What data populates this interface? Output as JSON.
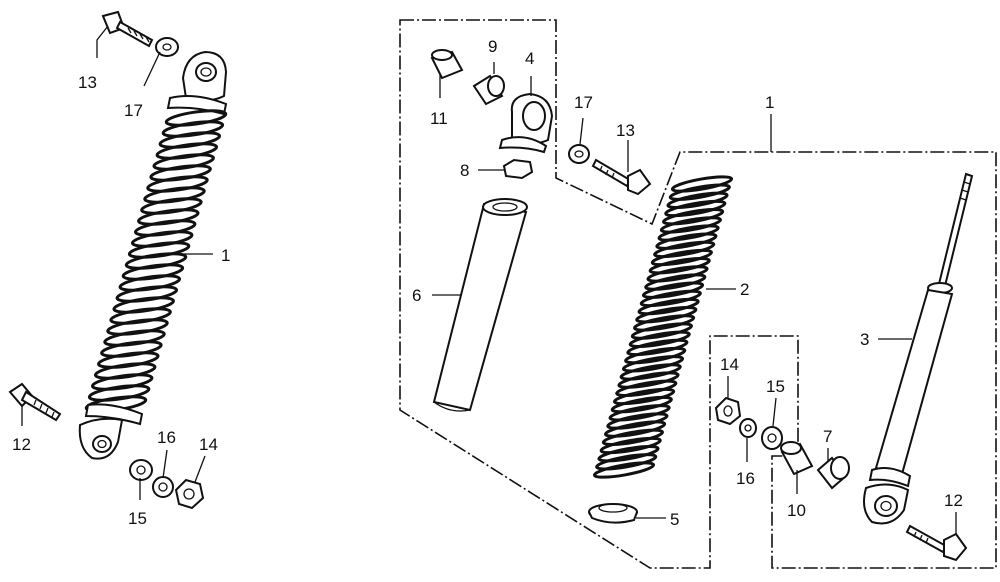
{
  "diagram": {
    "callouts": {
      "left_13": "13",
      "left_17": "17",
      "left_1": "1",
      "left_12": "12",
      "left_16": "16",
      "left_14": "14",
      "left_15": "15",
      "r_9": "9",
      "r_4": "4",
      "r_11": "11",
      "r_17": "17",
      "r_1": "1",
      "r_13": "13",
      "r_8": "8",
      "r_6": "6",
      "r_2": "2",
      "r_3": "3",
      "r_14": "14",
      "r_15": "15",
      "r_16": "16",
      "r_7": "7",
      "r_10": "10",
      "r_12": "12",
      "r_5": "5"
    }
  }
}
